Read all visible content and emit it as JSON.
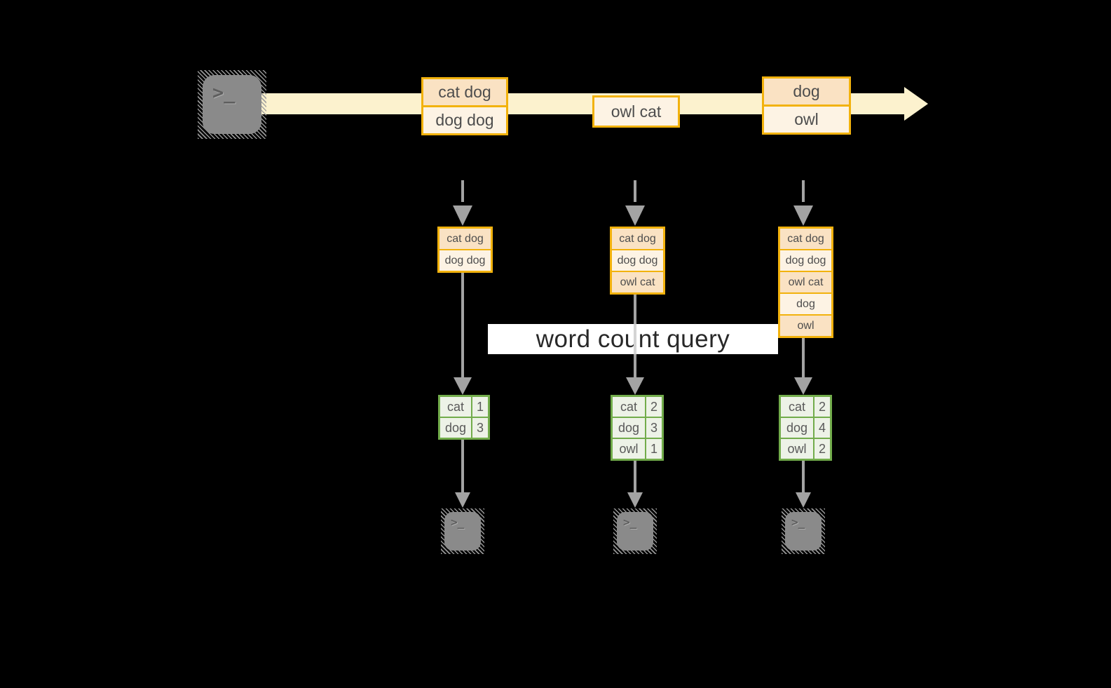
{
  "query_label": "word count query",
  "terminal_glyph": ">_",
  "stream": {
    "events": [
      {
        "rows": [
          "cat dog",
          "dog dog"
        ]
      },
      {
        "rows": [
          "owl cat"
        ]
      },
      {
        "rows": [
          "dog",
          "owl"
        ]
      }
    ]
  },
  "columns": [
    {
      "buffer": [
        "cat dog",
        "dog dog"
      ],
      "counts": [
        {
          "word": "cat",
          "count": "1"
        },
        {
          "word": "dog",
          "count": "3"
        }
      ]
    },
    {
      "buffer": [
        "cat dog",
        "dog dog",
        "owl cat"
      ],
      "counts": [
        {
          "word": "cat",
          "count": "2"
        },
        {
          "word": "dog",
          "count": "3"
        },
        {
          "word": "owl",
          "count": "1"
        }
      ]
    },
    {
      "buffer": [
        "cat dog",
        "dog dog",
        "owl cat",
        "dog",
        "owl"
      ],
      "counts": [
        {
          "word": "cat",
          "count": "2"
        },
        {
          "word": "dog",
          "count": "4"
        },
        {
          "word": "owl",
          "count": "2"
        }
      ]
    }
  ],
  "colors": {
    "background": "#000000",
    "stream_band": "#FCF2CE",
    "box_border": "#F2B20D",
    "box_fill_peach": "#FAE2C3",
    "box_fill_cream": "#FDF3E4",
    "table_border": "#72AC4B",
    "table_fill": "#EDF2E7",
    "arrow_gray": "#A3A3A3",
    "terminal_gray": "#8A8A8A",
    "label_bg": "#FFFFFF",
    "text": "#4D4D4D"
  }
}
